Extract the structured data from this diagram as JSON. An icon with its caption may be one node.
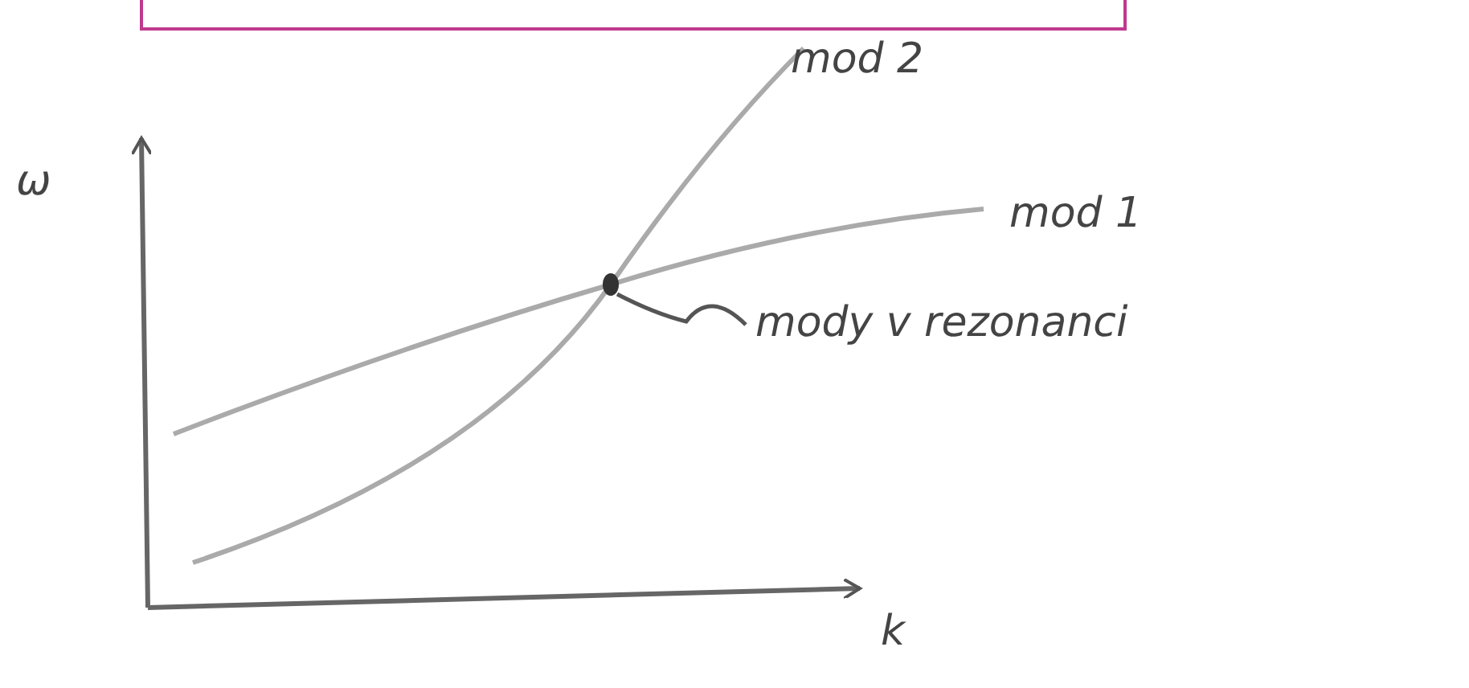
{
  "diagram": {
    "nodes": [
      {
        "text": [
          "mody v rezonanci"
        ]
      },
      {
        "text": [],
        "shape": "circle"
      }
    ],
    "edges": [
      {
        "from": 0,
        "to": 1,
        "arrow": "none"
      }
    ],
    "labels": [
      "mod 2",
      "ω",
      "mod 1",
      "k"
    ]
  }
}
